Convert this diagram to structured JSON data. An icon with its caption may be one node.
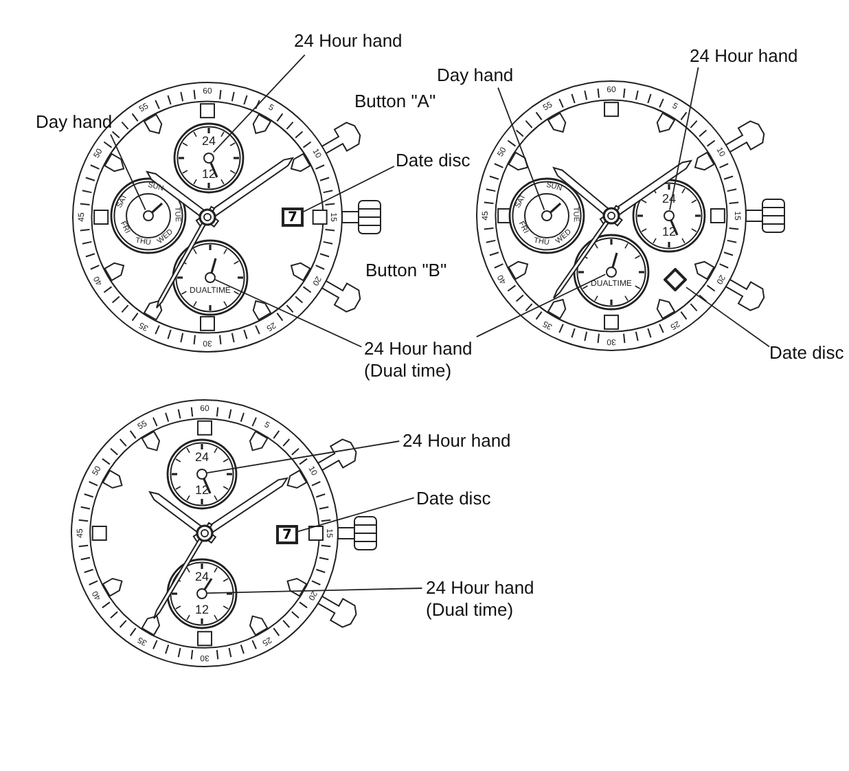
{
  "diagram": {
    "nodes": [
      {
        "text": [
          "24 Hour hand"
        ]
      },
      {
        "text": [
          "Day hand"
        ]
      },
      {
        "text": [
          "Date disc"
        ]
      },
      {
        "text": [
          "24 Hour hand (Dual time)"
        ]
      },
      {
        "text": [
          "Day hand"
        ]
      },
      {
        "text": [
          "24 Hour hand"
        ]
      },
      {
        "text": [
          "Date disc"
        ]
      },
      {
        "text": [
          "24 Hour hand"
        ]
      },
      {
        "text": [
          "Date disc"
        ]
      },
      {
        "text": [
          "24 Hour hand (Dual time)"
        ]
      },
      {
        "text": [],
        "shape": "circle"
      },
      {
        "text": [],
        "shape": "circle"
      },
      {
        "text": [
          "7"
        ]
      },
      {
        "text": [],
        "shape": "circle"
      },
      {
        "text": [],
        "shape": "circle"
      },
      {
        "text": [],
        "shape": "circle"
      },
      {
        "text": [],
        "shape": "diamond"
      },
      {
        "text": [],
        "shape": "circle"
      },
      {
        "text": [],
        "shape": "circle"
      },
      {
        "text": [
          "7"
        ]
      },
      {
        "text": [],
        "shape": "circle"
      }
    ],
    "edges": [
      {
        "from": 0,
        "to": 10,
        "arrow": "none"
      },
      {
        "from": 1,
        "to": 11,
        "arrow": "none"
      },
      {
        "from": 2,
        "to": 12,
        "arrow": "none"
      },
      {
        "from": 3,
        "to": 13,
        "arrow": "none"
      },
      {
        "from": 3,
        "to": 17,
        "arrow": "none"
      },
      {
        "from": 4,
        "to": 14,
        "arrow": "none"
      },
      {
        "from": 5,
        "to": 15,
        "arrow": "none"
      },
      {
        "from": 6,
        "to": 16,
        "arrow": "none"
      },
      {
        "from": 7,
        "to": 18,
        "arrow": "none"
      },
      {
        "from": 8,
        "to": 19,
        "arrow": "none"
      },
      {
        "from": 9,
        "to": 20,
        "arrow": "none"
      }
    ],
    "labels": [
      "60",
      "5",
      "10",
      "15",
      "20",
      "25",
      "30",
      "35",
      "40",
      "45",
      "50",
      "55",
      "24",
      "12",
      "SUN",
      "TUE",
      "WED",
      "THU",
      "FRI",
      "SAT",
      "DUALTIME",
      "Button \"A\"",
      "Button \"B\"",
      "60",
      "5",
      "10",
      "15",
      "20",
      "25",
      "30",
      "35",
      "40",
      "45",
      "50",
      "55",
      "SUN",
      "TUE",
      "WED",
      "THU",
      "FRI",
      "SAT",
      "24",
      "12",
      "DUALTIME",
      "60",
      "5",
      "10",
      "15",
      "20",
      "25",
      "30",
      "35",
      "40",
      "45",
      "50",
      "55",
      "24",
      "12",
      "24",
      "12"
    ]
  }
}
